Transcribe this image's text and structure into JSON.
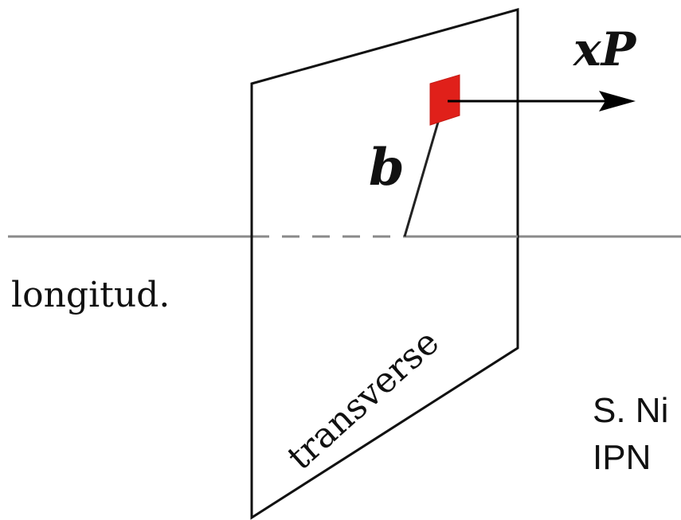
{
  "labels": {
    "momentum": "xP",
    "impact_parameter": "b",
    "longitudinal": "longitud.",
    "transverse": "transverse"
  },
  "credit": {
    "line1": "S. Ni",
    "line2": "IPN"
  },
  "colors": {
    "parton": "#e0201a",
    "axis": "#8a8a8a",
    "plane": "#111111",
    "arrow": "#000000"
  }
}
